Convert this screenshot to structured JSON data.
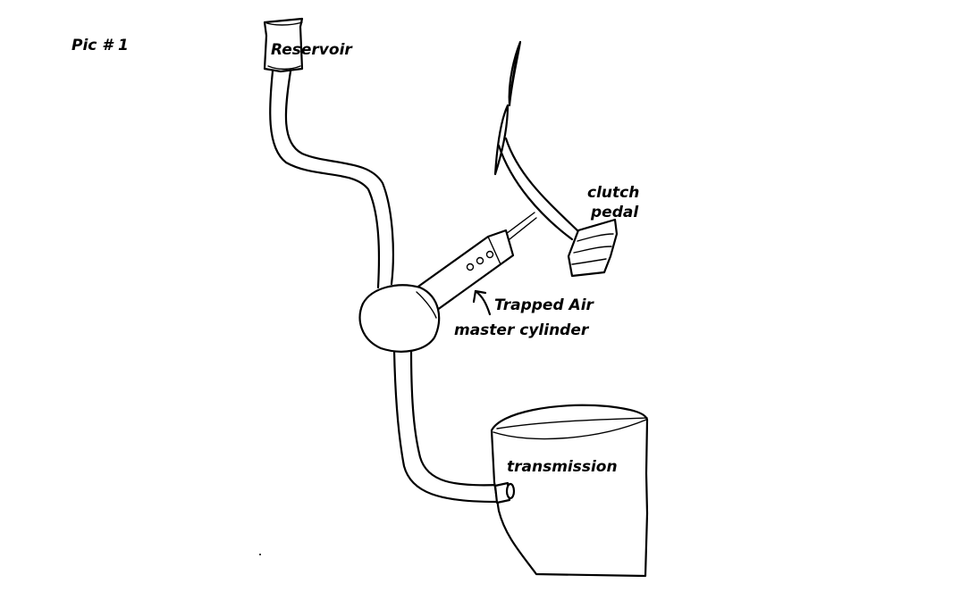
{
  "labels": {
    "pic_number": "Pic # 1",
    "reservoir": "Reservoir",
    "clutch": "clutch",
    "pedal": "pedal",
    "trapped_air": "Trapped Air",
    "master_cylinder": "master cylinder",
    "transmission": "transmission"
  },
  "colors": {
    "ink": "#000000",
    "background": "#ffffff"
  }
}
